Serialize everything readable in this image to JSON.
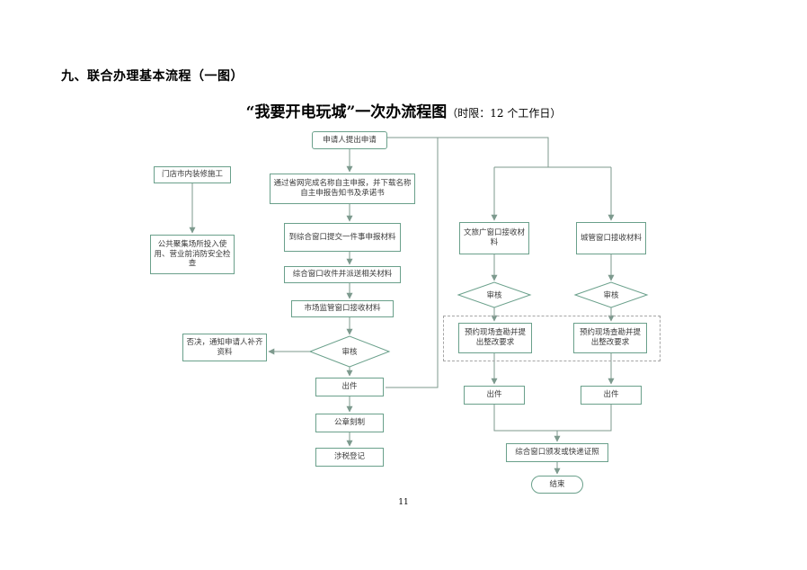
{
  "page": {
    "heading": "九、联合办理基本流程（一图）",
    "title_main": "“我要开电玩城”一次办流程图",
    "title_note": "（时限：12 个工作日）",
    "page_number": "11"
  },
  "flowchart": {
    "start": "申请人提出申请",
    "self_declare": "通过省网完成名称自主申报，并下载名称自主申报告知书及承诺书",
    "submit_materials": "到综合窗口提交一件事申报材料",
    "dispatch": "综合窗口收件并派送相关材料",
    "market_window": "市场监管窗口接收材料",
    "review_main": "审核",
    "reject": "否决，通知申请人补齐资料",
    "chujian_main": "出件",
    "seal": "公章刻制",
    "tax": "涉税登记",
    "decoration": "门店市内装修施工",
    "fire_check": "公共聚集场所投入使用、营业前消防安全检查",
    "culture_window": "文旅广窗口接收材料",
    "city_window": "城管窗口接收材料",
    "review_left": "审核",
    "review_right": "审核",
    "survey_left": "预约现场查勘并提出整改要求",
    "survey_right": "预约现场查勘并提出整改要求",
    "chujian_left": "出件",
    "chujian_right": "出件",
    "issue": "综合窗口颁发或快递证照",
    "end": "结束"
  },
  "colors": {
    "box_border": "#6aa08b",
    "connector_line": "#7d9a8e",
    "dashed_border": "#a6a6a6",
    "text": "#3a3a3a"
  }
}
